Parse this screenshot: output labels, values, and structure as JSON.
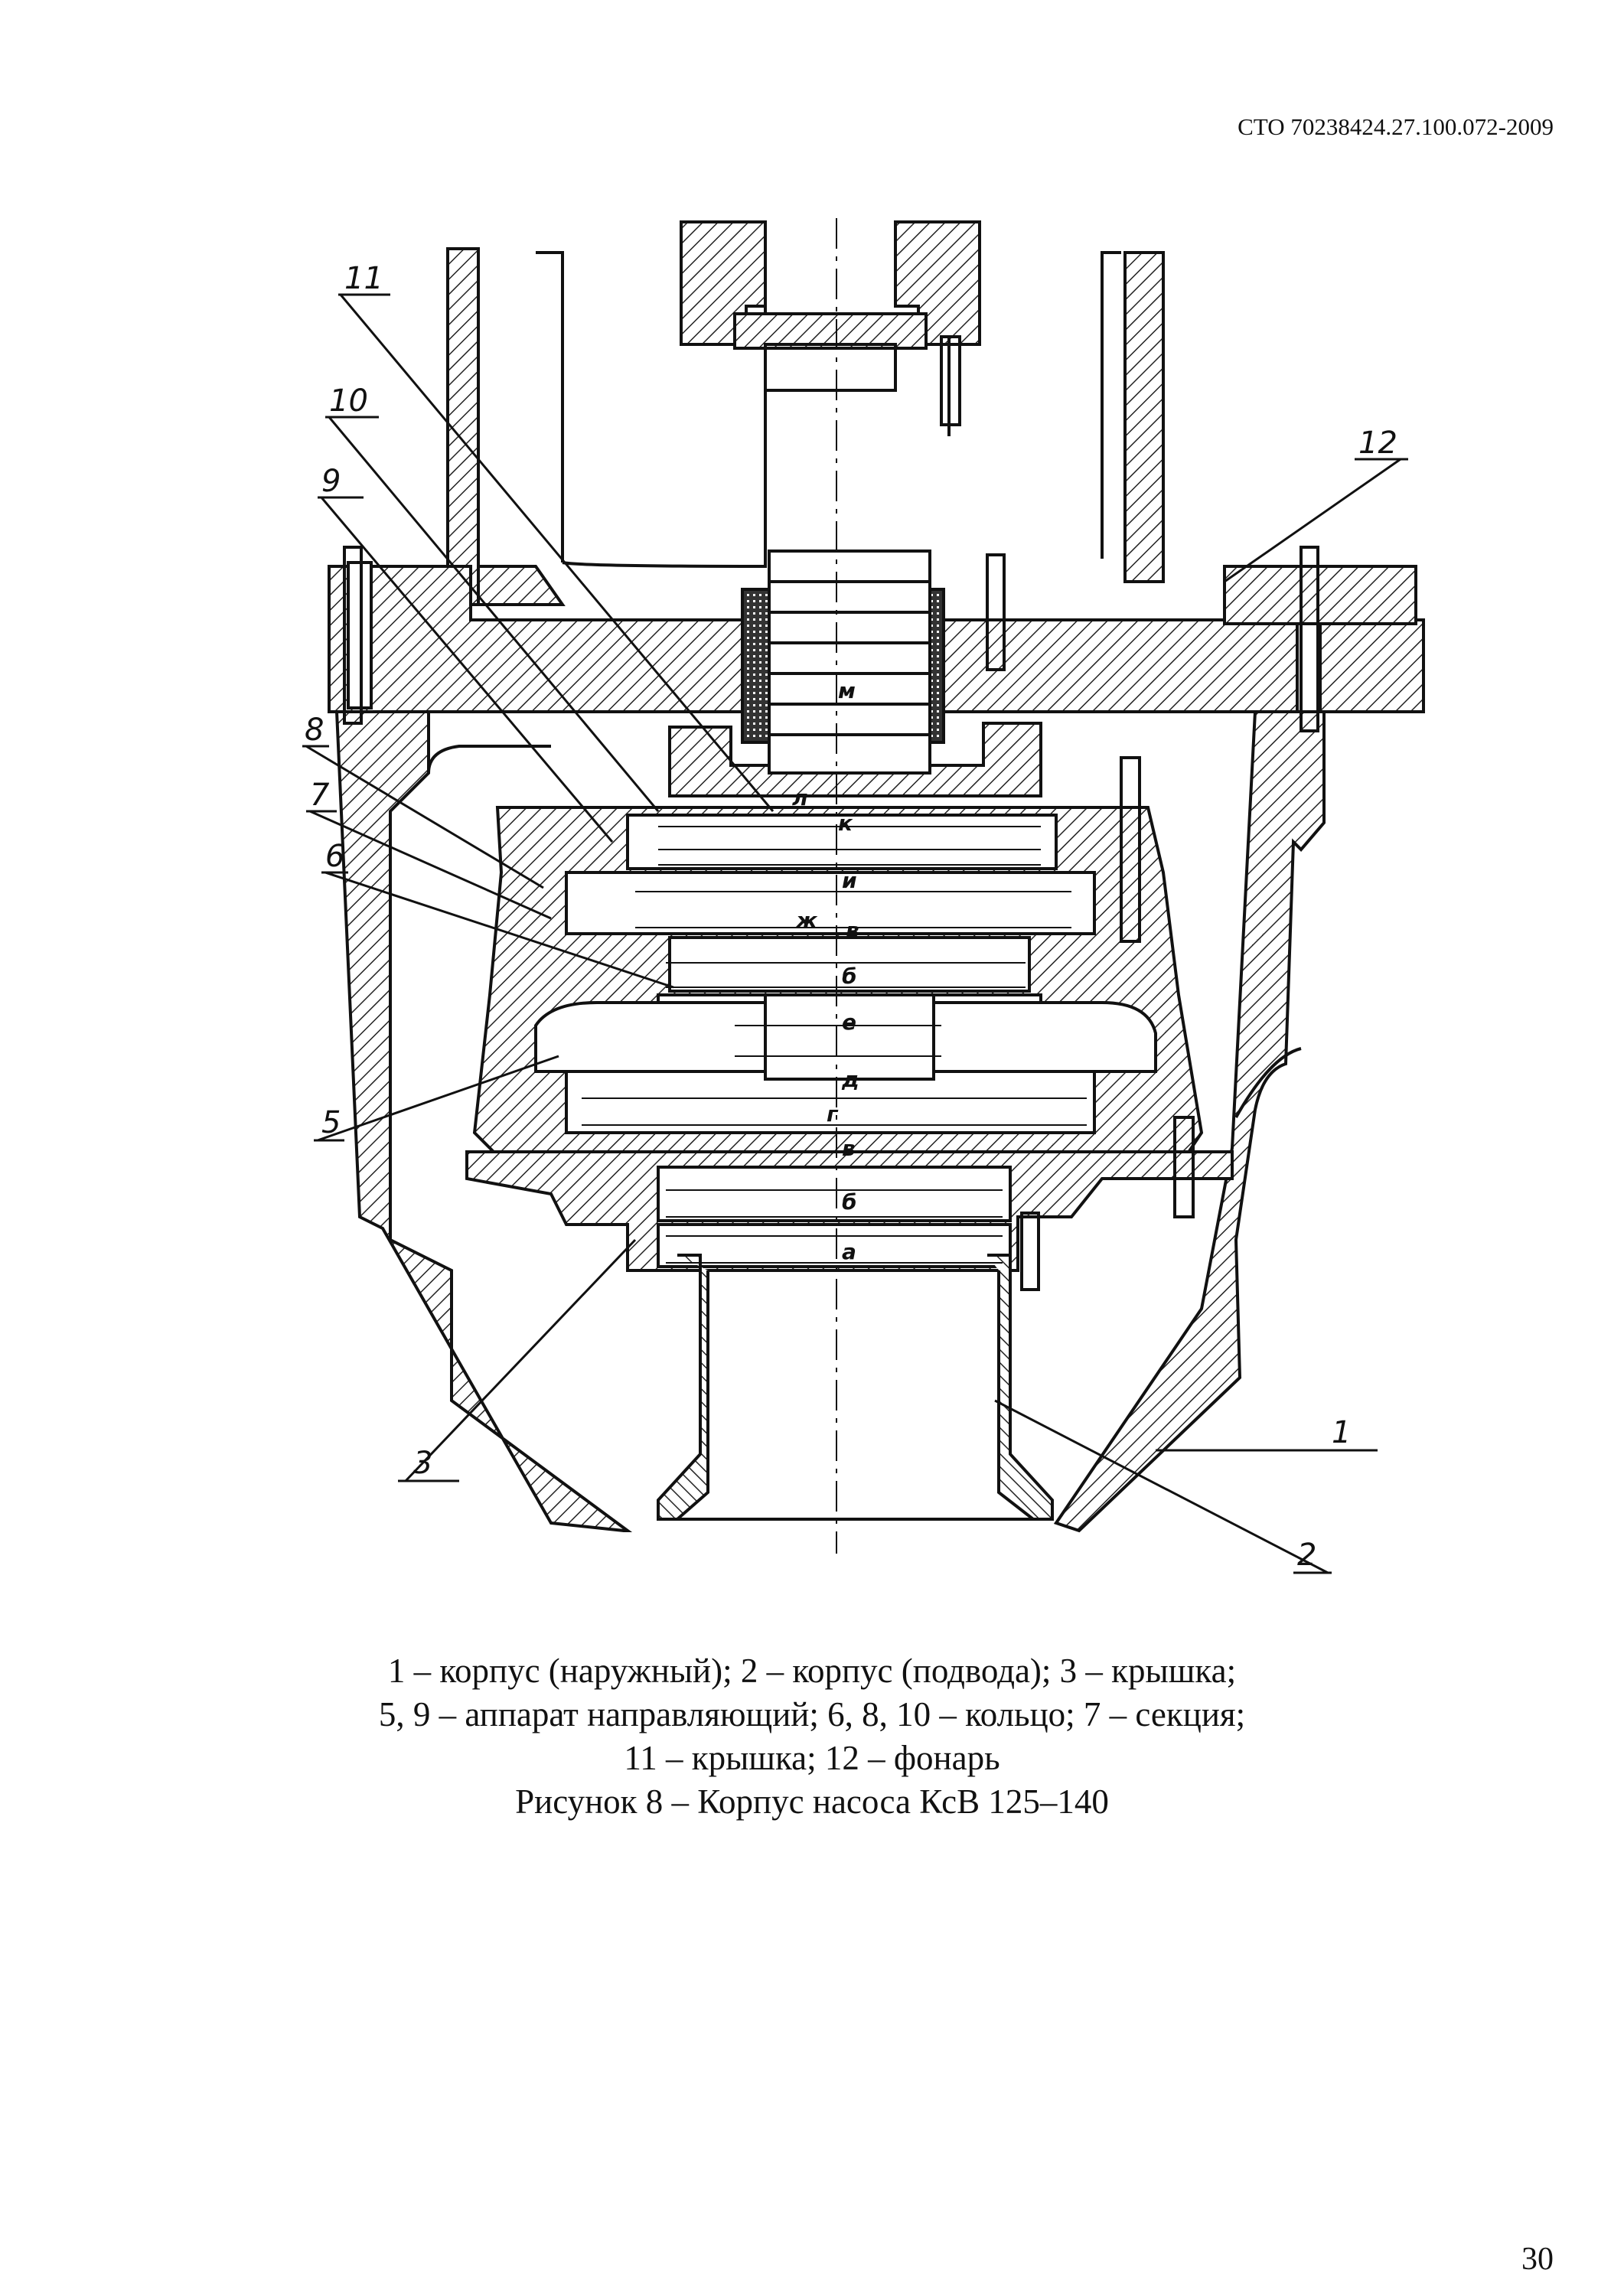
{
  "header": {
    "doc_code": "СТО 70238424.27.100.072-2009"
  },
  "drawing": {
    "part_labels": [
      "1",
      "2",
      "3",
      "5",
      "6",
      "7",
      "8",
      "9",
      "10",
      "11",
      "12"
    ],
    "cavity_labels": [
      "а",
      "б",
      "в",
      "г",
      "д",
      "е",
      "б",
      "в",
      "ж",
      "и",
      "к",
      "л",
      "м"
    ]
  },
  "caption": {
    "lines": [
      "1 – корпус (наружный); 2 – корпус (подвода); 3 – крышка;",
      "5, 9 – аппарат направляющий;  6, 8, 10 – кольцо; 7 – секция;",
      "11 – крышка; 12 – фонарь"
    ],
    "title": "Рисунок 8 – Корпус насоса КсВ 125–140"
  },
  "page_number": "30"
}
